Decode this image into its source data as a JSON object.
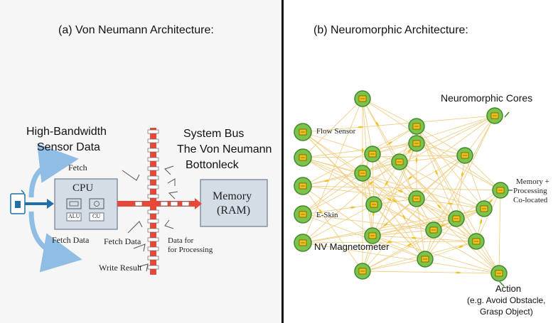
{
  "left": {
    "title": "(a) Von Neumann Architecture:",
    "sensor_label_line1": "High-Bandwidth",
    "sensor_label_line2": "Sensor Data",
    "bus_label_line1": "System Bus",
    "bus_label_line2": "The Von Neumann",
    "bus_label_line3": "Bottonleck",
    "fetch": "Fetch",
    "cpu": "CPU",
    "alu": "ALU",
    "cu": "CU",
    "memory_line1": "Memory",
    "memory_line2": "(RAM)",
    "fetch_data_left": "Fetch Data",
    "fetch_data_center": "Fetch Data",
    "write_result": "Write Result",
    "data_for_line1": "Data for",
    "data_for_line2": "for Processing"
  },
  "right": {
    "title": "(b) Neuromorphic Architecture:",
    "cores_label": "Neuromorphic Cores",
    "flow_sensor": "Flow Sensor",
    "e_skin": "E-Skin",
    "nv_magnetometer": "NV Magnetometer",
    "memory_line1": "Memory +",
    "memory_line2": "Processing",
    "memory_line3": "Co-located",
    "action_line1": "Action",
    "action_line2": "(e.g. Avoid Obstacle,",
    "action_line3": "Grasp Object)"
  },
  "colors": {
    "bus_red": "#e8483a",
    "arrow_blue": "#8fbde3",
    "arrow_dark_blue": "#1f6fa8",
    "box_fill": "#d4dde6",
    "node_fill": "#7ec24a",
    "node_chip": "#f2c21b",
    "edge": "#f0cf88"
  }
}
